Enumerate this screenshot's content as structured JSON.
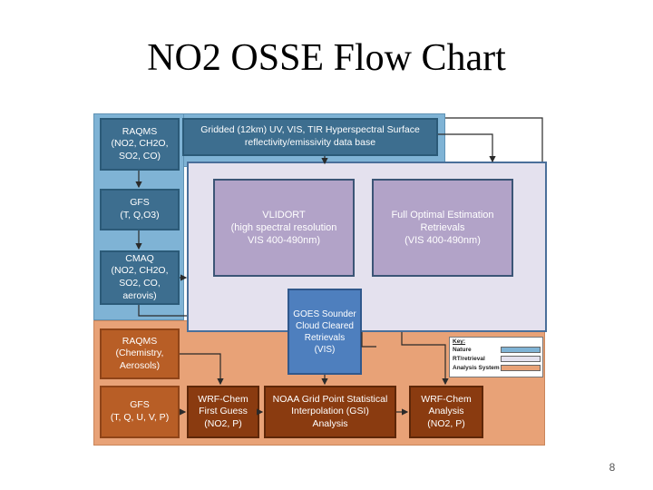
{
  "slide": {
    "title": "NO2 OSSE Flow Chart",
    "page_number": "8"
  },
  "nodes": {
    "raqms_top": "RAQMS\n(NO2, CH2O,\nSO2, CO)",
    "gridded_db": "Gridded (12km) UV, VIS, TIR Hyperspectral Surface\nreflectivity/emissivity data base",
    "gfs_top": "GFS\n(T, Q,O3)",
    "cmaq": "CMAQ\n(NO2, CH2O,\nSO2, CO,\naerovis)",
    "vlidort": "VLIDORT\n(high spectral resolution\nVIS 400-490nm)",
    "full_oe": "Full Optimal Estimation\nRetrievals\n(VIS 400-490nm)",
    "goes": "GOES Sounder\nCloud Cleared\nRetrievals\n(VIS)",
    "raqms_bottom": "RAQMS\n(Chemistry,\nAerosols)",
    "gfs_bottom": "GFS\n(T, Q, U, V, P)",
    "wrf_first_guess": "WRF-Chem\nFirst Guess\n(NO2, P)",
    "gsi": "NOAA Grid Point Statistical\nInterpolation (GSI)\nAnalysis",
    "wrf_analysis": "WRF-Chem\nAnalysis\n(NO2, P)"
  },
  "key": {
    "title": "Key:",
    "items": [
      {
        "label": "Nature",
        "color": "#7fb3d5"
      },
      {
        "label": "RT/retrieval",
        "color": "#e4e1ee"
      },
      {
        "label": "Analysis System",
        "color": "#e8a277"
      }
    ]
  },
  "colors": {
    "nature_band": "#7fb3d5",
    "rt_retrieval_band": "#e4e1ee",
    "analysis_band": "#e8a277"
  }
}
